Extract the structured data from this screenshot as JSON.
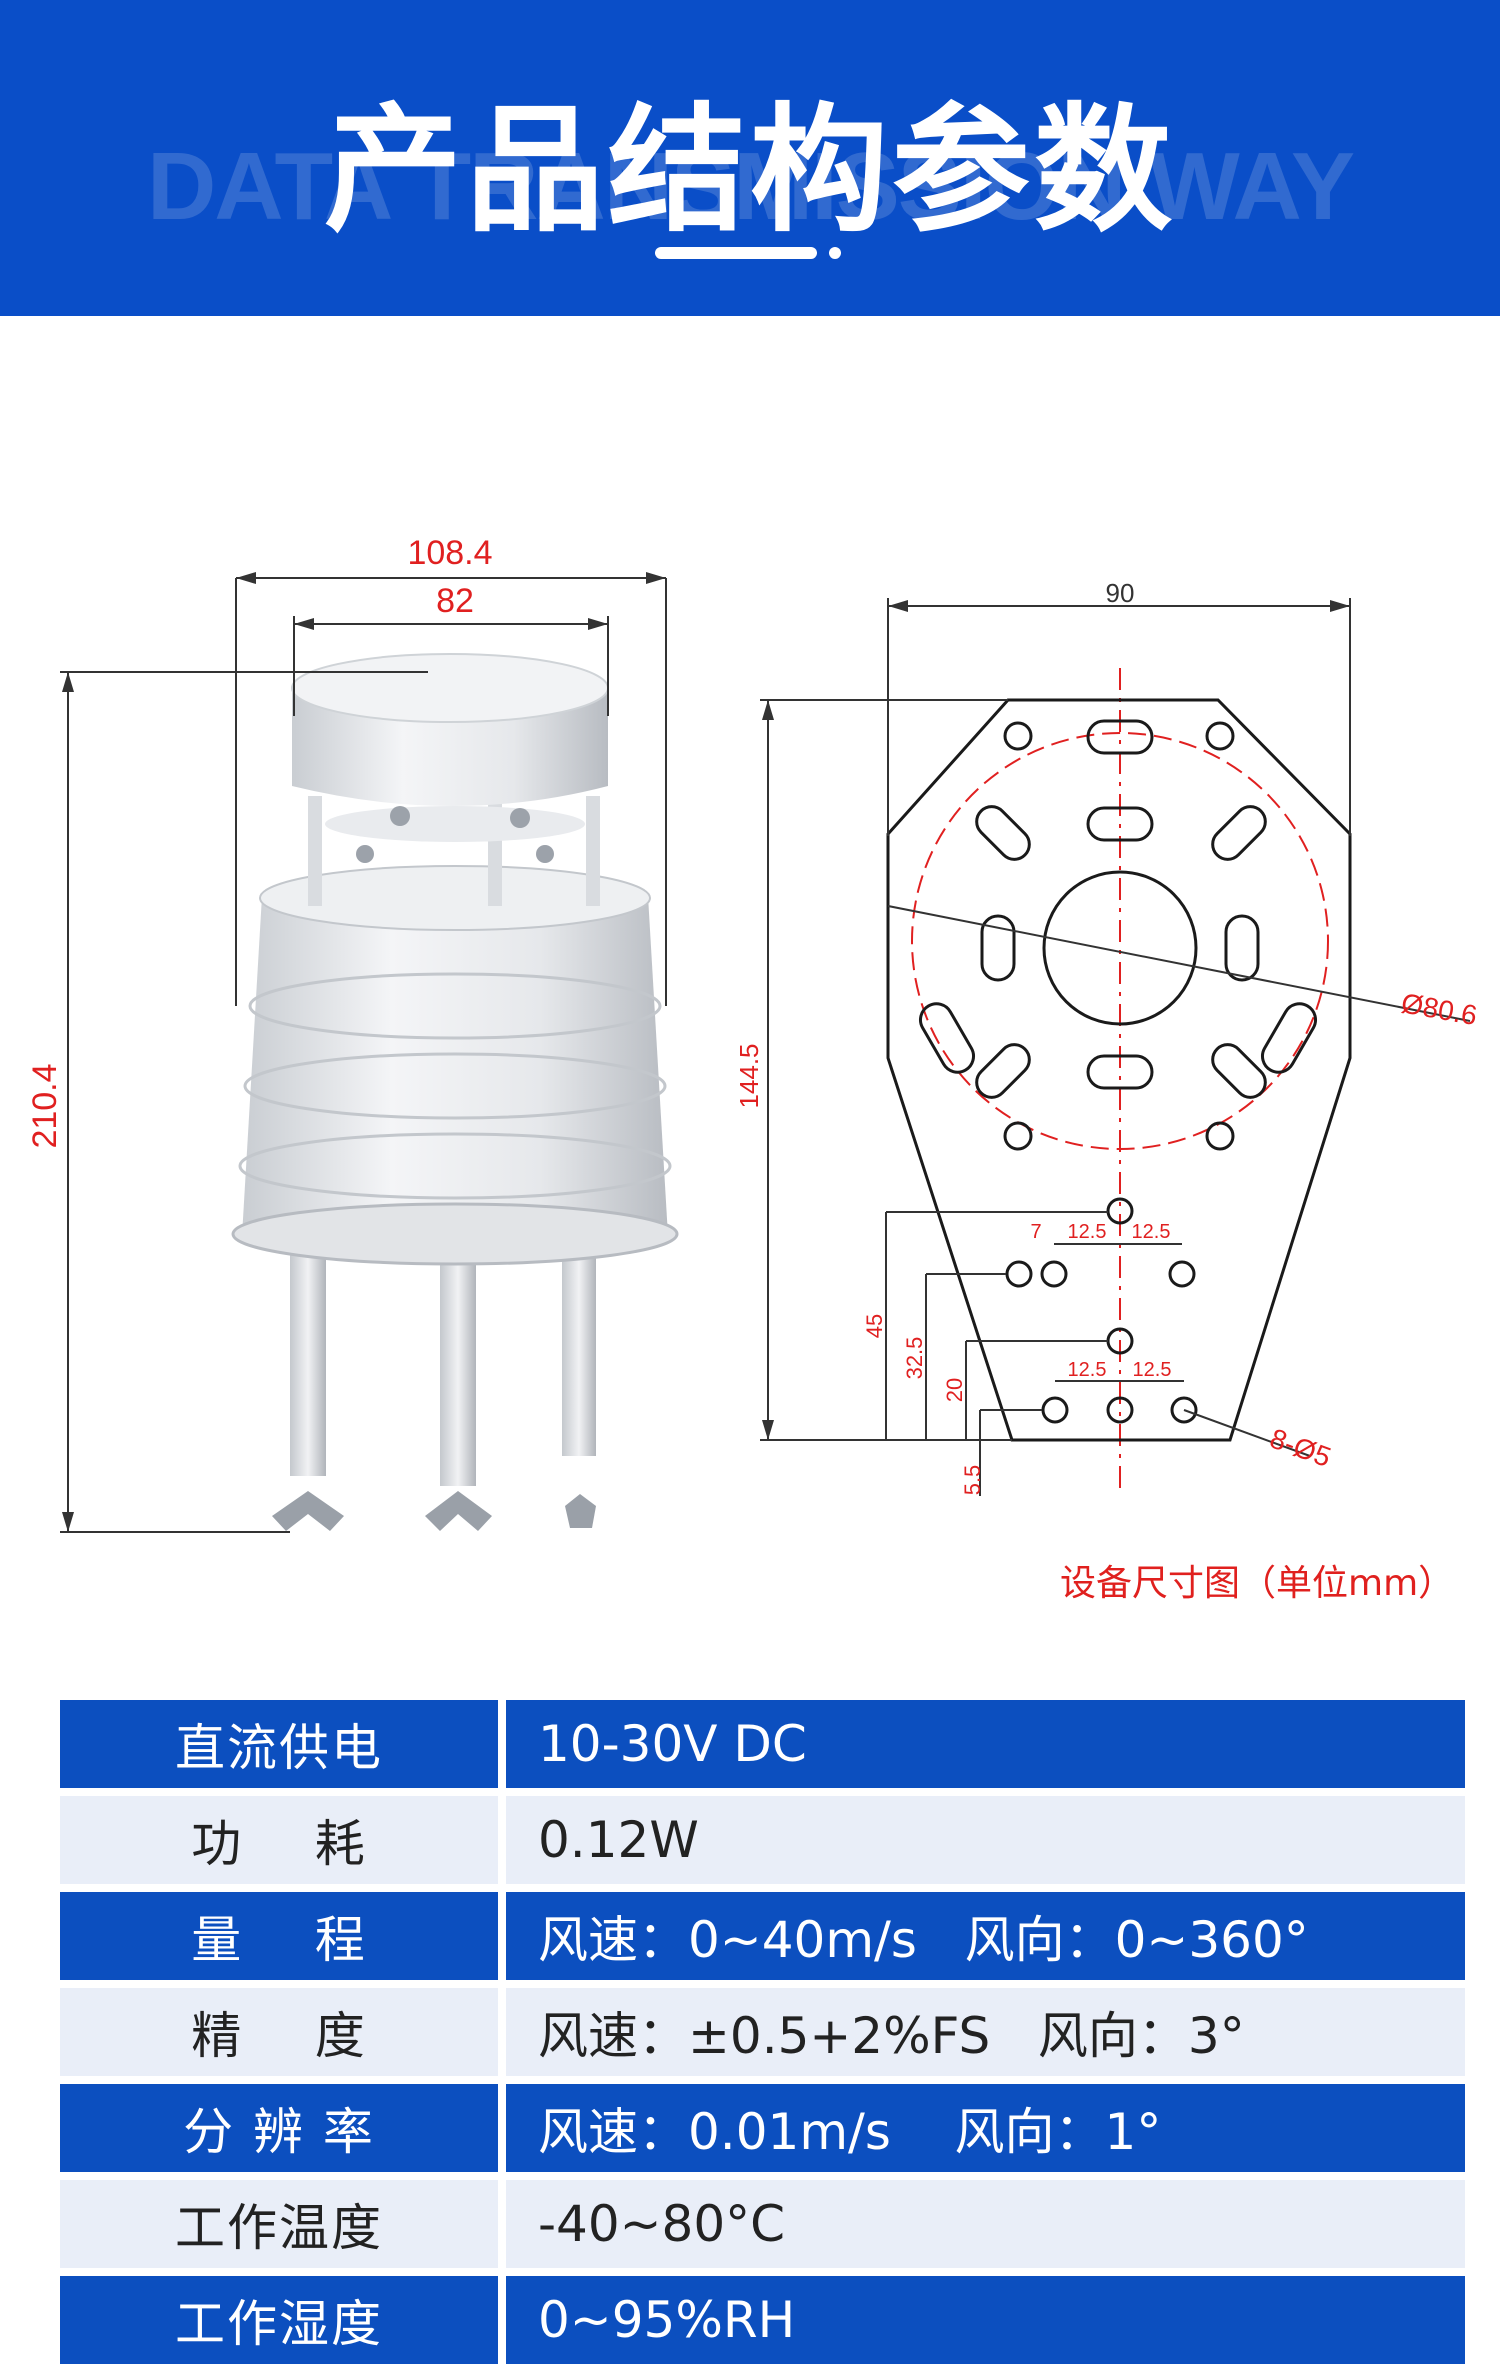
{
  "header": {
    "title": "产品结构参数",
    "background_text": "DATA TRANSMISSION WAY",
    "accent_color": "#0a4ec8"
  },
  "drawing": {
    "left_dims": {
      "width_outer": "108.4",
      "width_inner": "82",
      "height": "210.4"
    },
    "right_dims": {
      "width": "90",
      "height": "144.5",
      "circle": "Ø80.6",
      "h45": "45",
      "h325": "32.5",
      "h20": "20",
      "h55": "5.5",
      "d7": "7",
      "d125a": "12.5",
      "d125b": "12.5",
      "d125c": "12.5",
      "d125d": "12.5",
      "holes": "8-Ø5"
    },
    "caption": "设备尺寸图（单位mm）",
    "dimension_color": "#e02020"
  },
  "spec_table": {
    "rows": [
      {
        "label": "直流供电",
        "value": "10-30V DC",
        "style": "dark"
      },
      {
        "label": "功    耗",
        "value": "0.12W",
        "style": "light"
      },
      {
        "label": "量    程",
        "value": "风速：0~40m/s   风向：0~360°",
        "style": "dark"
      },
      {
        "label": "精    度",
        "value": "风速：±0.5+2%FS   风向：3°",
        "style": "light"
      },
      {
        "label": "分 辨 率",
        "value": "风速：0.01m/s    风向：1°",
        "style": "dark"
      },
      {
        "label": "工作温度",
        "value": "-40~80°C",
        "style": "light"
      },
      {
        "label": "工作湿度",
        "value": "0~95%RH",
        "style": "dark"
      }
    ]
  }
}
